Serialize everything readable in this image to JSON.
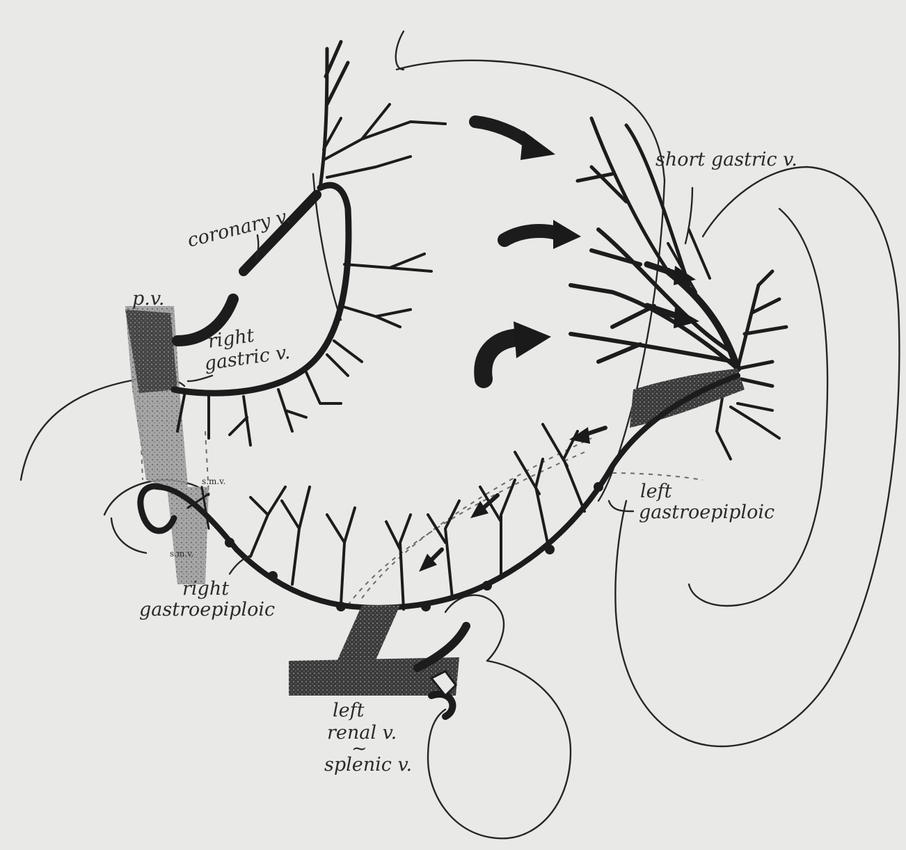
{
  "labels": {
    "short_gastric": "short gastric v.",
    "coronary": "coronary v.",
    "pv": "p.v.",
    "right_gastric_1": "right",
    "right_gastric_2": "gastric v.",
    "smv_upper": "s.m.v.",
    "smv_lower": "s.m.v.",
    "right_gastroepiploic_1": "right",
    "right_gastroepiploic_2": "gastroepiploic",
    "left_gastroepiploic_1": "left",
    "left_gastroepiploic_2": "gastroepiploic",
    "renal_1": "left",
    "renal_2": "renal v.",
    "renal_3": "~",
    "renal_4": "splenic v."
  },
  "colors": {
    "paper": "#e9e9e7",
    "ink": "#1c1c1c",
    "faint": "#6b6b6b"
  }
}
